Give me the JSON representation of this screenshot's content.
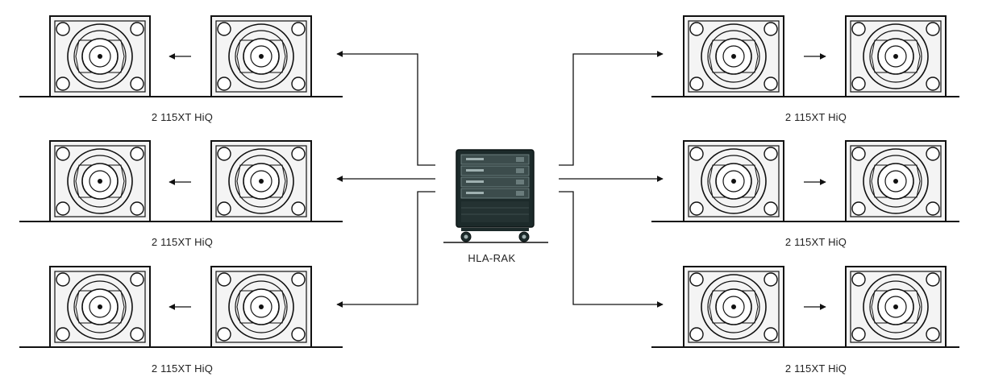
{
  "diagram": {
    "center": {
      "label": "HLA-RAK"
    },
    "groups": [
      {
        "side": "left",
        "row": 1,
        "label": "2 115XT HiQ"
      },
      {
        "side": "left",
        "row": 2,
        "label": "2 115XT HiQ"
      },
      {
        "side": "left",
        "row": 3,
        "label": "2 115XT HiQ"
      },
      {
        "side": "right",
        "row": 1,
        "label": "2 115XT HiQ"
      },
      {
        "side": "right",
        "row": 2,
        "label": "2 115XT HiQ"
      },
      {
        "side": "right",
        "row": 3,
        "label": "2 115XT HiQ"
      }
    ],
    "colors": {
      "line": "#111111",
      "speaker_face": "#f4f4f4",
      "rack_body": "#1c2a2a",
      "rack_panel": "#3c4c4c"
    }
  }
}
